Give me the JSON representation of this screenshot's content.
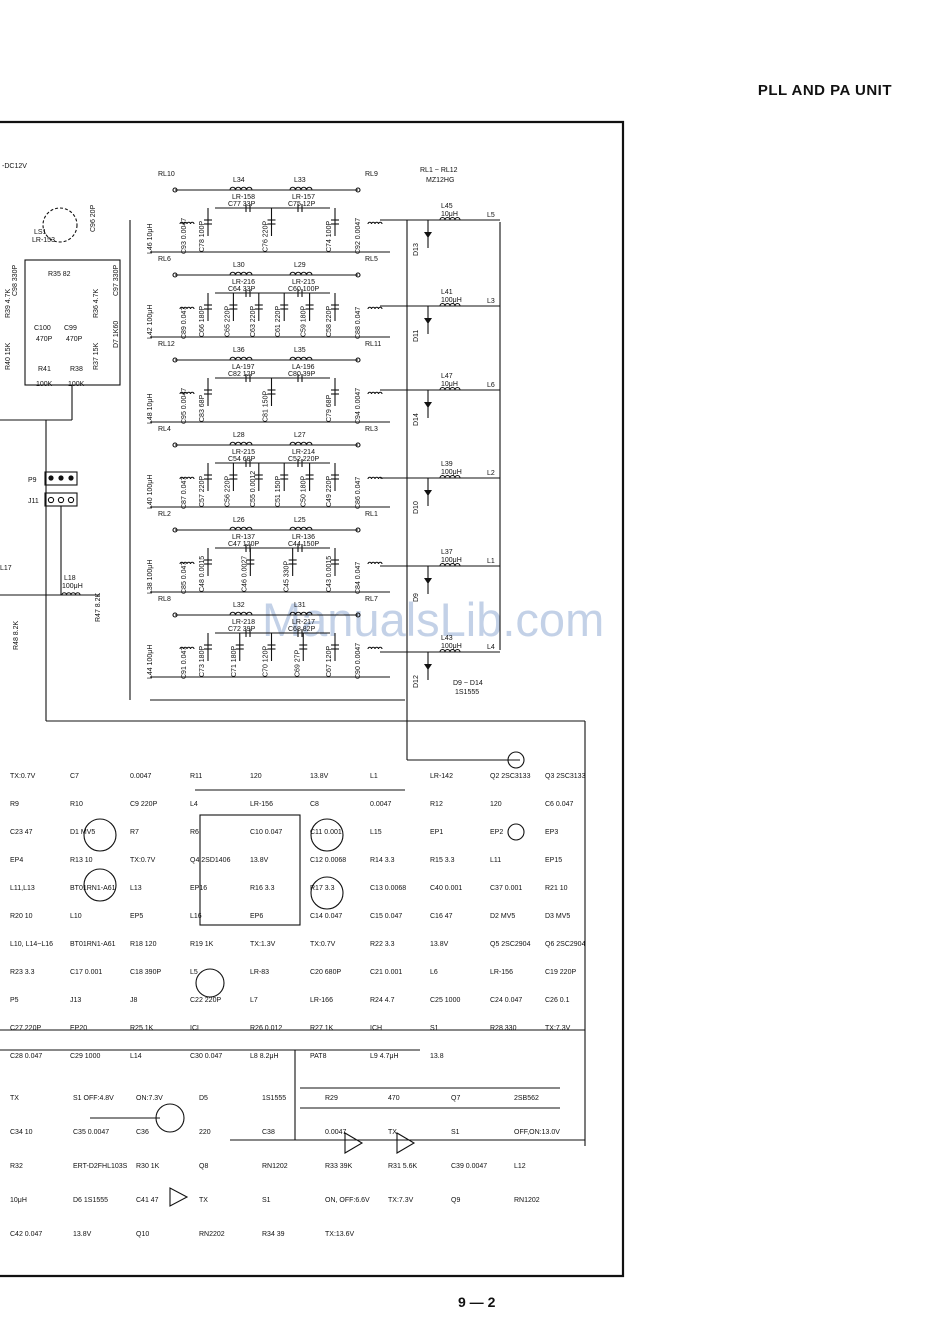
{
  "header": {
    "title": "PLL AND PA UNIT"
  },
  "footer": {
    "page_number": "9 — 2"
  },
  "watermark": {
    "text": "ManualsLib.com",
    "color": "#b9c9e3"
  },
  "schematic": {
    "top_notes": {
      "relay_range": "RL1 ~ RL12",
      "relay_type": "MZ12HG",
      "supply": "-DC12V",
      "diode_range": "D9 ~ D14",
      "diode_type": "1S1555"
    },
    "filter_rows": [
      {
        "relay_l": "RL10",
        "relay_r": "RL9",
        "inductor_a": "L34",
        "part_a": "LR-158",
        "inductor_b": "L33",
        "part_b": "LR-157",
        "cap_a": "C77 33P",
        "cap_b": "C75 12P",
        "shunt": [
          "C78 100P",
          "C76 220P",
          "C74 100P"
        ],
        "coil_l": "L46 10μH",
        "coil_lc": "C93 0.0047",
        "coil_rc": "C92 0.0047",
        "out_coil": "L45",
        "out_val": "10μH",
        "out_label": "L5",
        "diode": "D13"
      },
      {
        "relay_l": "RL6",
        "relay_r": "RL5",
        "inductor_a": "L30",
        "part_a": "LR-216",
        "inductor_b": "L29",
        "part_b": "LR-215",
        "cap_a": "C64 33P",
        "cap_b": "C60 100P",
        "shunt": [
          "C66 180P",
          "C65 220P",
          "C63 220P",
          "C61 220P",
          "C59 180P",
          "C58 220P"
        ],
        "coil_l": "L42 100μH",
        "coil_lc": "C89 0.047",
        "coil_rc": "C88 0.047",
        "out_coil": "L41",
        "out_val": "100μH",
        "out_label": "L3",
        "diode": "D11"
      },
      {
        "relay_l": "RL12",
        "relay_r": "RL11",
        "inductor_a": "L36",
        "part_a": "LA-197",
        "inductor_b": "L35",
        "part_b": "LA-196",
        "cap_a": "C82 12P",
        "cap_b": "C80 39P",
        "shunt": [
          "C83 68P",
          "C81 150P",
          "C79 68P"
        ],
        "coil_l": "L48 10μH",
        "coil_lc": "C95 0.0047",
        "coil_rc": "C94 0.0047",
        "out_coil": "L47",
        "out_val": "10μH",
        "out_label": "L6",
        "diode": "D14"
      },
      {
        "relay_l": "RL4",
        "relay_r": "RL3",
        "inductor_a": "L28",
        "part_a": "LR-215",
        "inductor_b": "L27",
        "part_b": "LR-214",
        "cap_a": "C54 68P",
        "cap_b": "C52 220P",
        "shunt": [
          "C57 220P",
          "C56 220P",
          "C55 0.0012",
          "C51 150P",
          "C50 180P",
          "C49 220P"
        ],
        "coil_l": "L40 100μH",
        "coil_lc": "C87 0.047",
        "coil_rc": "C86 0.047",
        "out_coil": "L39",
        "out_val": "100μH",
        "out_label": "L2",
        "diode": "D10"
      },
      {
        "relay_l": "RL2",
        "relay_r": "RL1",
        "inductor_a": "L26",
        "part_a": "LR-137",
        "inductor_b": "L25",
        "part_b": "LR-136",
        "cap_a": "C47 120P",
        "cap_b": "C44 150P",
        "shunt": [
          "C48 0.0015",
          "C46 0.0027",
          "C45 330P",
          "C43 0.0015"
        ],
        "coil_l": "L38 100μH",
        "coil_lc": "C85 0.047",
        "coil_rc": "C84 0.047",
        "out_coil": "L37",
        "out_val": "100μH",
        "out_label": "L1",
        "diode": "D9"
      },
      {
        "relay_l": "RL8",
        "relay_r": "RL7",
        "inductor_a": "L32",
        "part_a": "LR-218",
        "inductor_b": "L31",
        "part_b": "LR-217",
        "cap_a": "C72 39P",
        "cap_b": "C68 82P",
        "shunt": [
          "C73 180P",
          "C71 180P",
          "C70 120P",
          "C69 27P",
          "C67 120P"
        ],
        "coil_l": "L44 100μH",
        "coil_lc": "C91 0.047",
        "coil_rc": "C90 0.0047",
        "out_coil": "L43",
        "out_val": "100μH",
        "out_label": "L4",
        "diode": "D12"
      }
    ],
    "left_block": {
      "parts": [
        "LS1",
        "LR-153",
        "C98 330P",
        "R35 82",
        "C96 20P",
        "C97 330P",
        "D7 1K60",
        "R39 4.7K",
        "R36 4.7K",
        "C100",
        "470P",
        "C99",
        "470P",
        "R40 15K",
        "R37 15K",
        "R41",
        "100K",
        "R38",
        "100K"
      ],
      "connectors": {
        "p9": "P9",
        "j11": "J11"
      },
      "lower": [
        "L17",
        "L18",
        "100μH",
        "R48 8.2K",
        "R47 8.2K"
      ]
    },
    "pa": {
      "labels": [
        "TX:0.7V",
        "C7",
        "0.0047",
        "R11",
        "120",
        "13.8V",
        "L1",
        "LR-142",
        "Q2 2SC3133",
        "Q3 2SC3133",
        "R9",
        "R10",
        "C9 220P",
        "L4",
        "LR-156",
        "C8",
        "0.0047",
        "R12",
        "120",
        "C6 0.047",
        "C23 47",
        "D1 MV5",
        "R7",
        "R6",
        "C10 0.047",
        "C11 0.001",
        "L15",
        "EP1",
        "EP2",
        "EP3",
        "EP4",
        "R13 10",
        "TX:0.7V",
        "Q4 2SD1406",
        "13.8V",
        "C12 0.0068",
        "R14 3.3",
        "R15 3.3",
        "L11",
        "EP15",
        "L11,L13",
        "BT01RN1-A61",
        "L13",
        "EP16",
        "R16 3.3",
        "R17 3.3",
        "C13 0.0068",
        "C40 0.001",
        "C37 0.001",
        "R21 10",
        "R20 10",
        "L10",
        "EP5",
        "L16",
        "EP6",
        "C14 0.047",
        "C15 0.047",
        "C16 47",
        "D2 MV5",
        "D3 MV5",
        "L10, L14~L16",
        "BT01RN1-A61",
        "R18 120",
        "R19 1K",
        "TX:1.3V",
        "TX:0.7V",
        "R22 3.3",
        "13.8V",
        "Q5 2SC2904",
        "Q6 2SC2904",
        "R23 3.3",
        "C17 0.001",
        "C18 390P",
        "L5",
        "LR-83",
        "C20 680P",
        "C21 0.001",
        "L6",
        "LR-156",
        "C19 220P",
        "P5",
        "J13",
        "J8",
        "C22 220P",
        "L7",
        "LR-166",
        "R24 4.7",
        "C25 1000",
        "C24 0.047",
        "C26 0.1",
        "C27 220P",
        "EP20",
        "R25 1K",
        "ICL",
        "R26 0.012",
        "R27 1K",
        "ICH",
        "S1",
        "R28 330",
        "TX:7.3V",
        "C28 0.047",
        "C29 1000",
        "L14",
        "C30 0.047",
        "L8 8.2μH",
        "PAT8",
        "L9 4.7μH",
        "13.8"
      ],
      "bottom_labels": [
        "TX",
        "S1 OFF:4.8V",
        "ON:7.3V",
        "D5",
        "1S1555",
        "R29",
        "470",
        "Q7",
        "2SB562",
        "C34 10",
        "C35 0.0047",
        "C36",
        "220",
        "C38",
        "0.0047",
        "TX",
        "S1",
        "OFF,ON:13.0V",
        "R32",
        "ERT-D2FHL103S",
        "R30 1K",
        "Q8",
        "RN1202",
        "R33 39K",
        "R31 5.6K",
        "C39 0.0047",
        "L12",
        "10μH",
        "D6 1S1555",
        "C41 47",
        "TX",
        "S1",
        "ON, OFF:6.6V",
        "TX:7.3V",
        "Q9",
        "RN1202",
        "C42 0.047",
        "13.8V",
        "Q10",
        "RN2202",
        "R34 39",
        "TX:13.6V"
      ]
    }
  }
}
